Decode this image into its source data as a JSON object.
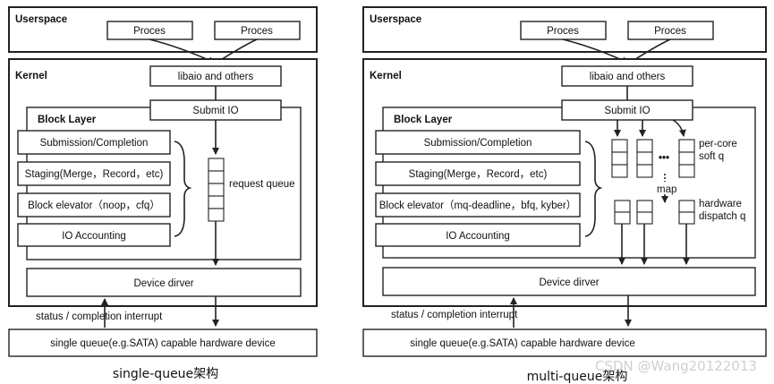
{
  "left": {
    "userspace": "Userspace",
    "proc1": "Proces",
    "proc2": "Proces",
    "kernel": "Kernel",
    "libaio": "libaio and others",
    "submit_io": "Submit IO",
    "block_layer": "Block Layer",
    "sub_completion": "Submission/Completion",
    "staging": "Staging(Merge，Record，etc)",
    "elevator": "Block elevator（noop，cfq）",
    "io_accounting": "IO Accounting",
    "request_queue": "request queue",
    "device_driver": "Device dirver",
    "status": "status / completion interrupt",
    "hardware": "single queue(e.g.SATA) capable hardware device",
    "caption": "single-queue架构"
  },
  "right": {
    "userspace": "Userspace",
    "proc1": "Proces",
    "proc2": "Proces",
    "kernel": "Kernel",
    "libaio": "libaio and others",
    "submit_io": "Submit IO",
    "block_layer": "Block Layer",
    "sub_completion": "Submission/Completion",
    "staging": "Staging(Merge，Record，etc)",
    "elevator": "Block elevator（mq-deadline，bfq, kyber）",
    "io_accounting": "IO Accounting",
    "per_core_1": "per-core",
    "per_core_2": "soft q",
    "dots": "•••",
    "map": "map",
    "hw_dispatch_1": "hardware",
    "hw_dispatch_2": "dispatch q",
    "device_driver": "Device dirver",
    "status": "status / completion interrupt",
    "hardware": "single queue(e.g.SATA) capable hardware device",
    "caption": "multi-queue架构"
  },
  "watermark": "CSDN @Wang20122013"
}
